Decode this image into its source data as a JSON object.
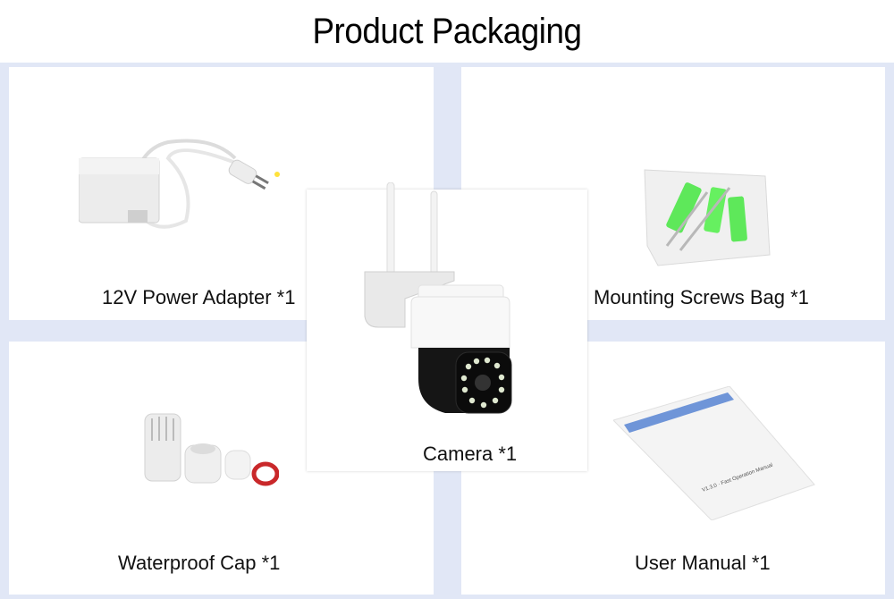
{
  "header": {
    "title": "Product Packaging"
  },
  "items": [
    {
      "label": "12V Power Adapter *1",
      "icon": "power-adapter"
    },
    {
      "label": "Mounting Screws Bag *1",
      "icon": "screws-bag"
    },
    {
      "label": "Camera *1",
      "icon": "ptz-camera"
    },
    {
      "label": "Waterproof Cap *1",
      "icon": "waterproof-cap"
    },
    {
      "label": "User Manual *1",
      "icon": "user-manual"
    }
  ],
  "colors": {
    "background": "#e1e7f6",
    "panel": "#ffffff",
    "text": "#111111"
  }
}
